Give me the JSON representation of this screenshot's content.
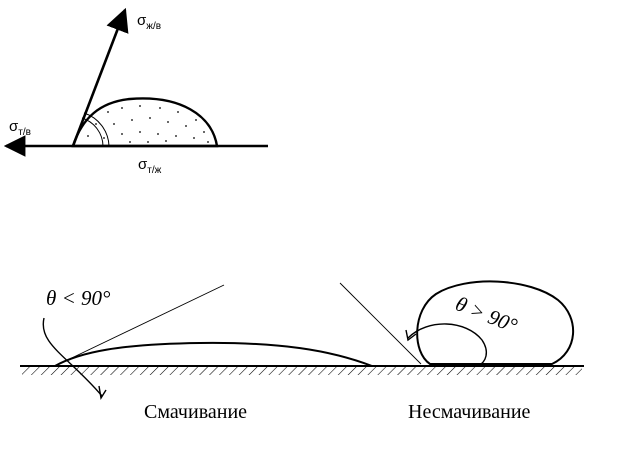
{
  "top_diagram": {
    "sigma_liquid_vapor": {
      "symbol": "σ",
      "subscript": "ж/в"
    },
    "sigma_solid_vapor": {
      "symbol": "σ",
      "subscript": "т/в"
    },
    "sigma_solid_liquid": {
      "symbol": "σ",
      "subscript": "т/ж"
    }
  },
  "wetting": {
    "angle_label": "θ < 90°",
    "caption": "Смачивание"
  },
  "non_wetting": {
    "angle_label": "θ > 90°",
    "caption": "Несмачивание"
  }
}
